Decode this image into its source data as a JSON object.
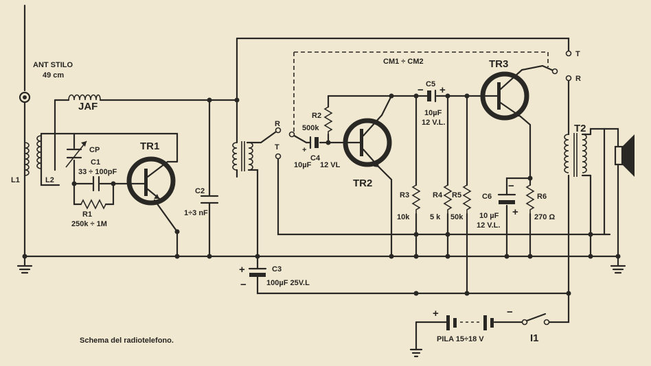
{
  "caption": "Schema del radiotelefono.",
  "colors": {
    "paper": "#f1e8d2",
    "ink": "#2a2824"
  },
  "antenna": {
    "line1": "ANT STILO",
    "line2": "49 cm"
  },
  "switch": {
    "t": "T",
    "r": "R",
    "group": "CM1 ÷ CM2"
  },
  "transistors": {
    "tr1": "TR1",
    "tr2": "TR2",
    "tr3": "TR3"
  },
  "coils": {
    "l1": "L1",
    "l2": "L2",
    "jaf": "JAF"
  },
  "transformers": {
    "t2": "T2"
  },
  "components": {
    "cp": "CP",
    "c1": "C1",
    "c1_val": "33 ÷ 100pF",
    "r1": "R1",
    "r1_val": "250k ÷ 1M",
    "c2": "C2",
    "c2_val": "1÷3 nF",
    "c3": "C3",
    "c3_val": "100µF 25V.L",
    "r2": "R2",
    "r2_val": "500k",
    "c4": "C4",
    "c4_val1": "10µF",
    "c4_val2": "12 VL",
    "c5": "C5",
    "c5_val1": "10µF",
    "c5_val2": "12 V.L.",
    "r3": "R3",
    "r3_val": "10k",
    "r4": "R4",
    "r4_val": "5 k",
    "r5": "R5",
    "r5_val": "50k",
    "c6": "C6",
    "c6_val1": "10 µF",
    "c6_val2": "12 V.L.",
    "r6": "R6",
    "r6_val": "270 Ω"
  },
  "battery": {
    "label": "PILA 15÷18 V",
    "switch": "I1"
  },
  "polarity": {
    "plus": "+",
    "minus": "−"
  }
}
